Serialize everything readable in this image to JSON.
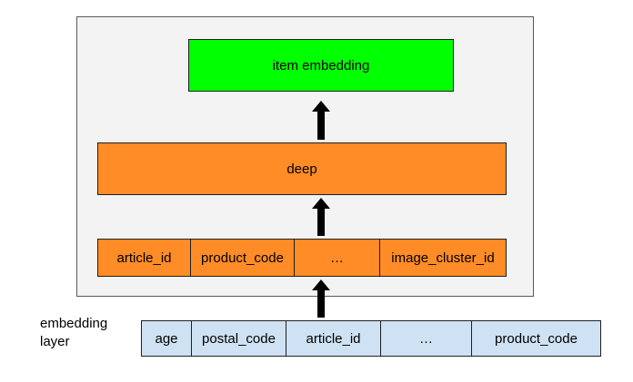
{
  "diagram": {
    "top_box": {
      "label": "item embedding",
      "color": "#00ff00"
    },
    "middle_box": {
      "label": "deep",
      "color": "#ff8c26"
    },
    "feature_row": {
      "color": "#ff8c26",
      "cells": [
        "article_id",
        "product_code",
        "…",
        "image_cluster_id"
      ]
    },
    "input_layer": {
      "label_line1": "embedding",
      "label_line2": "layer",
      "color": "#cfe2f3",
      "cells": [
        "age",
        "postal_code",
        "article_id",
        "…",
        "product_code"
      ]
    },
    "arrow_color": "#000000",
    "frame_color": "#f3f3f3"
  }
}
